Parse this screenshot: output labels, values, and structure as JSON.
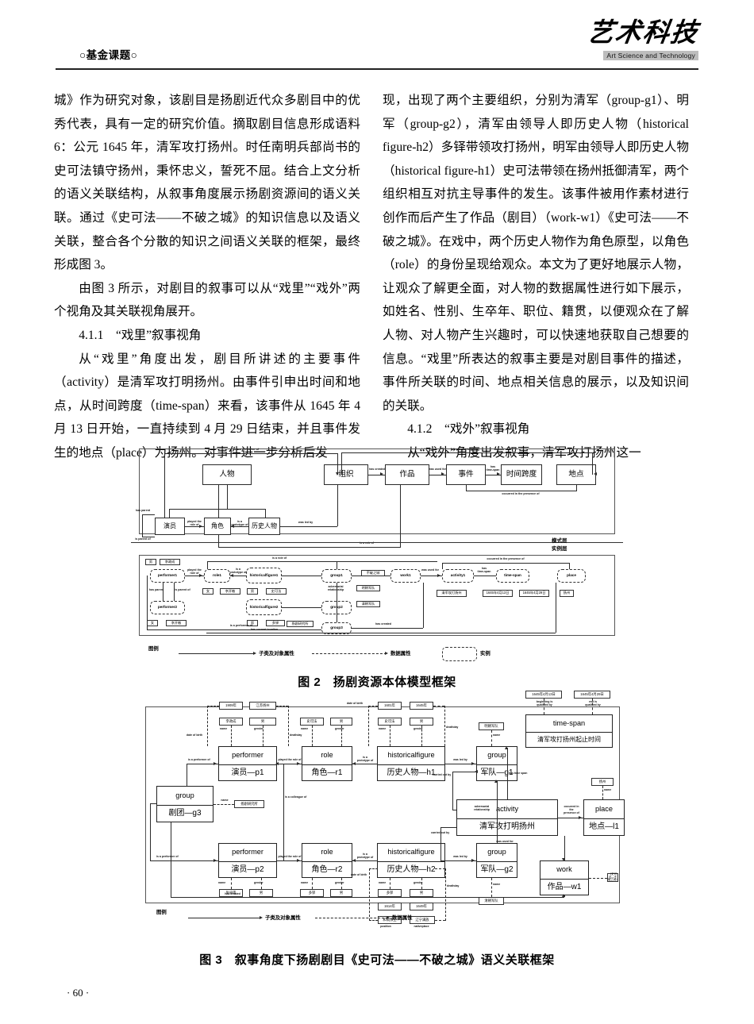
{
  "header": {
    "section_label": "○基金课题○",
    "journal_cn": "艺术科技",
    "journal_en": "Art Science and Technology"
  },
  "page_number": "· 60 ·",
  "columns": {
    "left": [
      "城》作为研究对象，该剧目是扬剧近代众多剧目中的优秀代表，具有一定的研究价值。摘取剧目信息形成语料 6：公元 1645 年，清军攻打扬州。时任南明兵部尚书的史可法镇守扬州，秉怀忠义，誓死不屈。结合上文分析的语义关联结构，从叙事角度展示扬剧资源间的语义关联。通过《史可法——不破之城》的知识信息以及语义关联，整合各个分散的知识之间语义关联的框架，最终形成图 3。",
      "由图 3 所示，对剧目的叙事可以从“戏里”“戏外”两个视角及其关联视角展开。",
      "4.1.1　“戏里”叙事视角",
      "从“戏里”角度出发，剧目所讲述的主要事件（activity）是清军攻打明扬州。由事件引申出时间和地点，从时间跨度（time-span）来看，该事件从 1645 年 4 月 13 日开始，一直持续到 4 月 29 日结束，并且事件发生的地点（place）为扬州。对事件进一步分析后发"
    ],
    "right": [
      "现，出现了两个主要组织，分别为清军（group-g1）、明军（group-g2），清军由领导人即历史人物（historical figure-h2）多铎带领攻打扬州，明军由领导人即历史人物（historical figure-h1）史可法带领在扬州抵御清军，两个组织相互对抗主导事件的发生。该事件被用作素材进行创作而后产生了作品（剧目）（work-w1）《史可法——不破之城》。在戏中，两个历史人物作为角色原型，以角色（role）的身份呈现给观众。本文为了更好地展示人物，让观众了解更全面，对人物的数据属性进行如下展示，如姓名、性别、生卒年、职位、籍贯，以便观众在了解人物、对人物产生兴趣时，可以快速地获取自己想要的信息。“戏里”所表达的叙事主要是对剧目事件的描述，事件所关联的时间、地点相关信息的展示，以及知识间的关联。",
      "4.1.2　“戏外”叙事视角",
      "从“戏外”角度出发叙事，清军攻打扬州这一"
    ]
  },
  "figure2": {
    "caption": "图 2　扬剧资源本体模型框架",
    "layer_labels": {
      "schema": "模式层",
      "instance": "实例层"
    },
    "schema_nodes": [
      {
        "id": "person",
        "label": "人物"
      },
      {
        "id": "org",
        "label": "组织"
      },
      {
        "id": "work",
        "label": "作品"
      },
      {
        "id": "event",
        "label": "事件"
      },
      {
        "id": "timespan",
        "label": "时间跨度"
      },
      {
        "id": "place",
        "label": "地点"
      },
      {
        "id": "performer",
        "label": "演员"
      },
      {
        "id": "role",
        "label": "角色"
      },
      {
        "id": "hisfig",
        "label": "历史人物"
      }
    ],
    "schema_edges": [
      "is a performer of",
      "has created",
      "was used for",
      "has\ntime-span",
      "has current location",
      "occurred in the presence of",
      "has parent",
      "is parent of",
      "played the\nrole of",
      "is a\nprototype of",
      "was led by",
      "is a role of"
    ],
    "instance_nodes": [
      "performer1",
      "performer2",
      "role1",
      "historicalfigure1",
      "historicalfigure2",
      "group1",
      "group2",
      "group3",
      "work1",
      "activity1",
      "time-span",
      "place"
    ],
    "instance_values": [
      "男",
      "李政成",
      "女",
      "李开敏",
      "女",
      "李开敏",
      "男",
      "史可法",
      "男",
      "多铎",
      "不破之城",
      "明朝军队",
      "清朝军队",
      "扬剧研究所",
      "清军攻打扬州",
      "1645年4月13日",
      "1645年4月29日",
      "扬州"
    ],
    "instance_edges": [
      "is a role of",
      "played the\nrole of",
      "is a\nprototype of",
      "was used for",
      "has parent",
      "is parent of",
      "adversarial\nrelationship",
      "has created",
      "is a performer of",
      "gender",
      "name",
      "occurred in the presence of",
      "has\ntime-span",
      "beginning is/end is\nqualified by",
      "has current location"
    ],
    "legend": {
      "title": "图例",
      "solid": "子类及对象属性",
      "dashed": "数据属性",
      "box": "实例"
    }
  },
  "figure3": {
    "caption": "图 3　叙事角度下扬剧剧目《史可法——不破之城》语义关联框架",
    "legend": {
      "title": "图例",
      "solid": "子类及对象属性",
      "dashed": "数据属性"
    },
    "nodes": [
      {
        "type": "performer",
        "label": "演员—p1"
      },
      {
        "type": "role",
        "label": "角色—r1"
      },
      {
        "type": "historicalfigure",
        "label": "历史人物—h1"
      },
      {
        "type": "group",
        "label": "军队—g1"
      },
      {
        "type": "time-span",
        "label": "清军攻打扬州起止时间"
      },
      {
        "type": "activity",
        "label": "清军攻打明扬州"
      },
      {
        "type": "place",
        "label": "地点—l1"
      },
      {
        "type": "group",
        "label": "剧团—g3"
      },
      {
        "type": "performer",
        "label": "演员—p2"
      },
      {
        "type": "role",
        "label": "角色—r2"
      },
      {
        "type": "historicalfigure",
        "label": "历史人物—h2"
      },
      {
        "type": "group",
        "label": "军队—g2"
      },
      {
        "type": "work",
        "label": "作品—w1"
      }
    ],
    "attributes": {
      "p1": {
        "date_of_birth": "1909年",
        "nativeplace": "江苏扬州",
        "name": "李政成",
        "gender": "男"
      },
      "r1": {
        "name": "史可法",
        "gender": "男"
      },
      "h1": {
        "date_of_birth": "1601年",
        "deathday": "1645年",
        "name": "史可法",
        "gender": "男"
      },
      "p2": {
        "name": "张卓南",
        "gender": "男"
      },
      "r2": {
        "name": "多铎",
        "gender": "男"
      },
      "h2": {
        "name": "多铎",
        "gender": "男",
        "date_of_birth": "1614年",
        "deathday": "1649年",
        "position": "和硕豫王",
        "nativeplace": "辽宁满族"
      },
      "g1_name": "明朝军队",
      "g2_name": "清朝军队",
      "g3_name": "扬剧研究所",
      "w1_name": "《史可法—不破之城》",
      "place_name": "扬州",
      "timespan_begin": "1645年4月13日",
      "timespan_end": "1645年4月29日"
    },
    "edges": [
      "is a performer of",
      "played the role of",
      "is a\nprototype of",
      "was led by",
      "has time span",
      "carried out by",
      "occurred in\nthe\npresence of",
      "adversarial\nrelationship",
      "was used for",
      "has created",
      "is a colleague of",
      "beginning is\nqualified by",
      "end is\nqualified by",
      "name",
      "gender",
      "date of birth",
      "deathday",
      "position",
      "nativeplace"
    ]
  }
}
